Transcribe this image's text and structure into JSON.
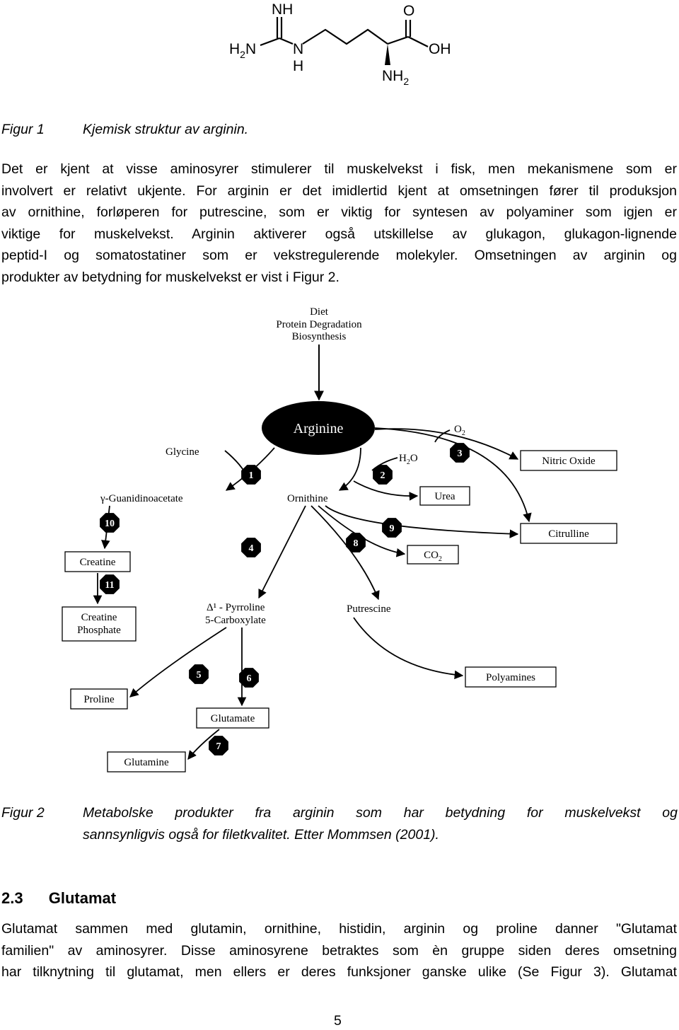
{
  "structure": {
    "nh": "NH",
    "h2n_h": "H",
    "h2n_2": "2",
    "h2n_n": "N",
    "n": "N",
    "h": "H",
    "o": "O",
    "oh": "OH",
    "nh2_nh": "NH",
    "nh2_2": "2"
  },
  "figure1": {
    "label": "Figur 1",
    "caption": "Kjemisk struktur av arginin."
  },
  "paragraph1": {
    "lines": [
      "Det er kjent at visse aminosyrer stimulerer til muskelvekst i fisk, men mekanismene som er",
      "involvert er relativt ukjente. For arginin er det imidlertid kjent at omsetningen fører til produksjon",
      "av ornithine, forløperen for putrescine, som er viktig for syntesen av polyaminer som igjen er",
      "viktige for muskelvekst. Arginin aktiverer også utskillelse av glukagon, glukagon-lignende",
      "peptid-I og somatostatiner som er vekstregulerende molekyler. Omsetningen av arginin og",
      "produkter av betydning for muskelvekst er vist i Figur 2."
    ]
  },
  "diagram": {
    "sources": [
      "Diet",
      "Protein Degradation",
      "Biosynthesis"
    ],
    "arginine": "Arginine",
    "glycine": "Glycine",
    "o2_o": "O",
    "o2_sub": "2",
    "h2o_h": "H",
    "h2o_sub": "2",
    "h2o_o": "O",
    "nitric_oxide": "Nitric Oxide",
    "guanidinoacetate": "γ-Guanidinoacetate",
    "ornithine": "Ornithine",
    "urea": "Urea",
    "citrulline": "Citrulline",
    "co2_co": "CO",
    "co2_sub": "2",
    "creatine": "Creatine",
    "creatine_phosphate": [
      "Creatine",
      "Phosphate"
    ],
    "pyrroline": [
      "Δ¹ - Pyrroline",
      "5-Carboxylate"
    ],
    "putrescine": "Putrescine",
    "polyamines": "Polyamines",
    "proline": "Proline",
    "glutamate": "Glutamate",
    "glutamine": "Glutamine",
    "steps": [
      "1",
      "2",
      "3",
      "4",
      "5",
      "6",
      "7",
      "8",
      "9",
      "10",
      "11"
    ]
  },
  "figure2": {
    "label": "Figur 2",
    "caption_lines": [
      "Metabolske produkter fra arginin som har betydning for muskelvekst og",
      "sannsynligvis også for filetkvalitet. Etter Mommsen (2001)."
    ]
  },
  "section": {
    "number": "2.3",
    "title": "Glutamat"
  },
  "paragraph2": {
    "lines": [
      "Glutamat sammen med glutamin, ornithine, histidin, arginin og proline danner \"Glutamat",
      "familien\" av aminosyrer. Disse aminosyrene betraktes som èn gruppe siden deres omsetning",
      "har tilknytning til glutamat, men ellers er deres funksjoner ganske ulike (Se Figur 3). Glutamat"
    ]
  },
  "page_number": "5"
}
